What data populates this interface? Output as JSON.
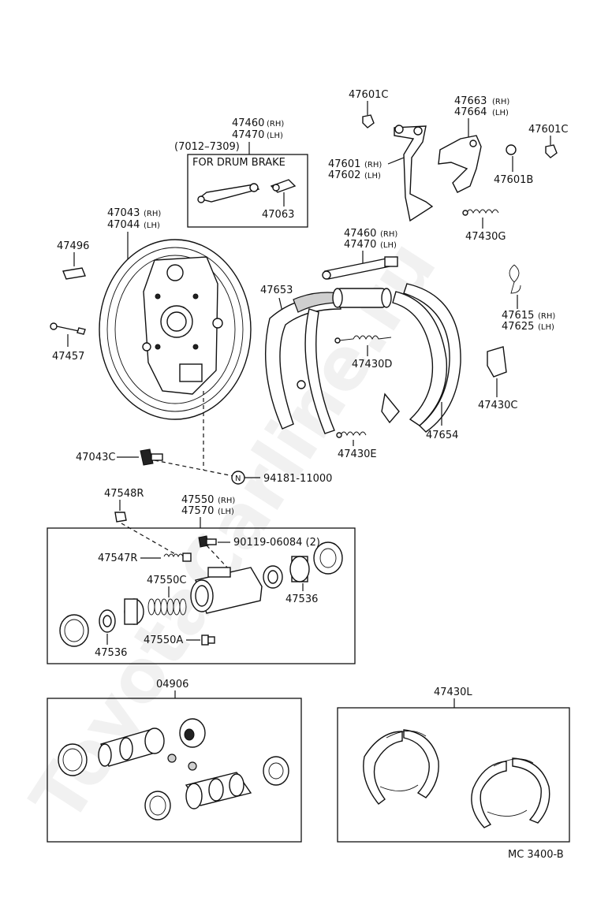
{
  "labels": {
    "p47460_47470_top": "47460",
    "p47460_rh_top": "(RH)",
    "p47470_top": "47470",
    "p47470_lh_top": "(LH)",
    "date_range": "(7012–7309)",
    "for_drum_brake": "FOR DRUM BRAKE",
    "p47063": "47063",
    "p47601C_a": "47601C",
    "p47601": "47601",
    "p47601_rh": "(RH)",
    "p47602": "47602",
    "p47602_lh": "(LH)",
    "p47663": "47663",
    "p47663_rh": "(RH)",
    "p47664": "47664",
    "p47664_lh": "(LH)",
    "p47601C_b": "47601C",
    "p47601B": "47601B",
    "p47430G": "47430G",
    "p47043": "47043",
    "p47043_rh": "(RH)",
    "p47044": "47044",
    "p47044_lh": "(LH)",
    "p47496": "47496",
    "p47457": "47457",
    "p47460_mid": "47460",
    "p47460_mid_rh": "(RH)",
    "p47470_mid": "47470",
    "p47470_mid_lh": "(LH)",
    "p47653": "47653",
    "p47430D": "47430D",
    "p47615": "47615",
    "p47615_rh": "(RH)",
    "p47625": "47625",
    "p47625_lh": "(LH)",
    "p47430C": "47430C",
    "p47654": "47654",
    "p47430E": "47430E",
    "p47043C": "47043C",
    "n_symbol": "N",
    "p94181": "94181-11000",
    "p47548R": "47548R",
    "p47550": "47550",
    "p47550_rh": "(RH)",
    "p47570": "47570",
    "p47570_lh": "(LH)",
    "p90119": "90119-06084 (2)",
    "p47547R": "47547R",
    "p47550C": "47550C",
    "p47536_r": "47536",
    "p47536_l": "47536",
    "p47550A": "47550A",
    "p04906": "04906",
    "p47430L": "47430L",
    "figure_code": "MC  3400-B",
    "watermark": "ToyotaCarline.ru"
  }
}
